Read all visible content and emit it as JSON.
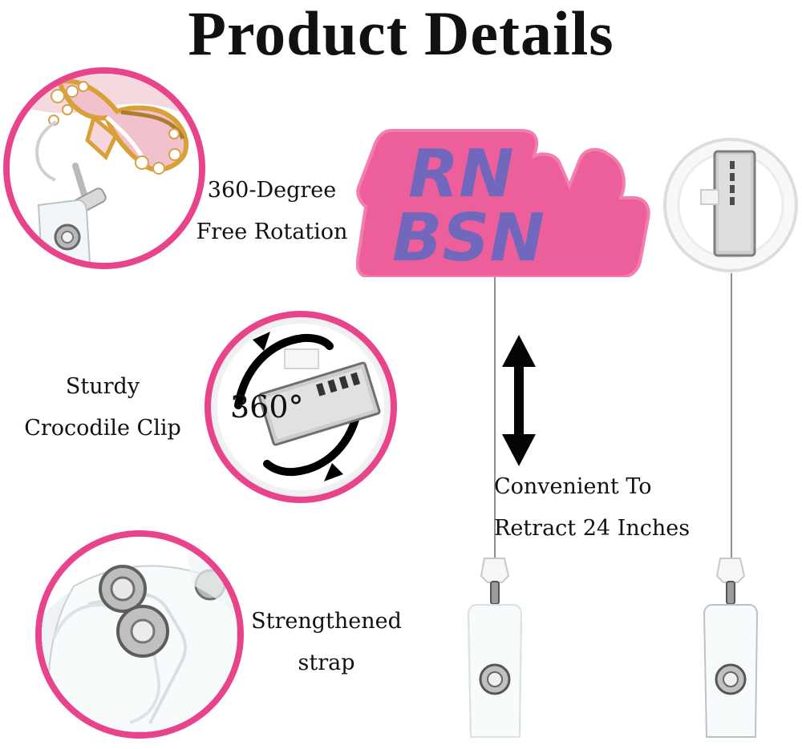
{
  "header": {
    "title": "Product Details"
  },
  "badge": {
    "line1": "RN",
    "line2": "BSN"
  },
  "features": {
    "rotation": {
      "line1": "360-Degree",
      "line2": "Free Rotation"
    },
    "clip": {
      "line1": "Sturdy",
      "line2": "Crocodile Clip",
      "degree": "360°"
    },
    "strap": {
      "line1": "Strengthened",
      "line2": "strap"
    },
    "retract": {
      "line1": "Convenient To",
      "line2": "Retract 24 Inches"
    }
  },
  "colors": {
    "accent_pink": "#e8448c",
    "badge_pink": "#ec5f9a",
    "badge_purple": "#7168bd",
    "silver": "#cfcfcf"
  }
}
